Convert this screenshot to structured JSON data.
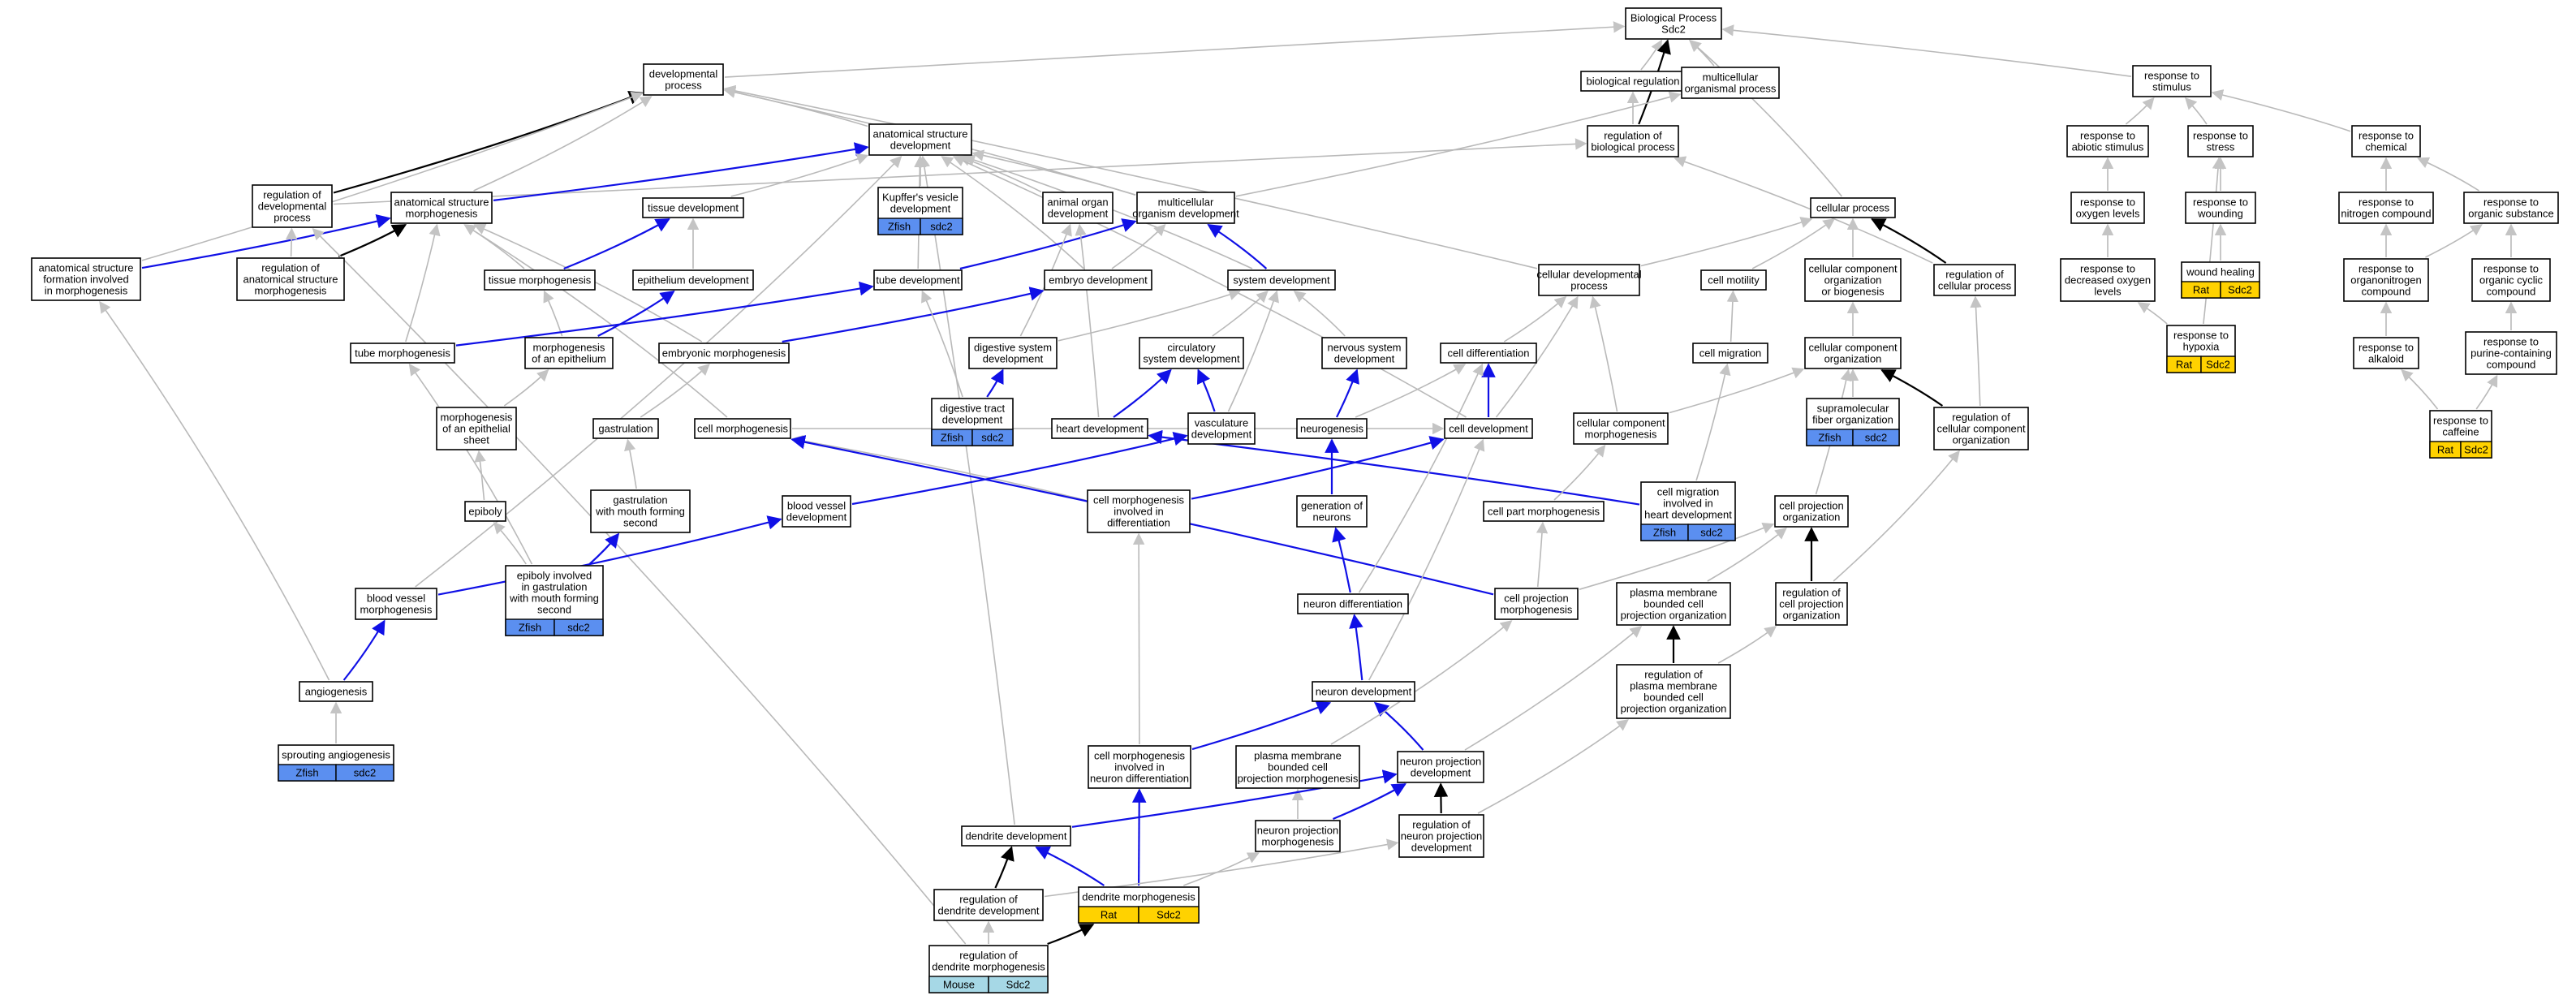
{
  "colors": {
    "gray_edge": "#b9b9b9",
    "blue_edge": "#1010e6",
    "black_edge": "#000000",
    "zfish": "#5b8ff0",
    "rat": "#ffd200",
    "mouse": "#a6d8e6"
  },
  "nodes": [
    {
      "id": "bp",
      "lines": [
        "Biological Process",
        "Sdc2"
      ]
    },
    {
      "id": "dev",
      "lines": [
        "developmental",
        "process"
      ]
    },
    {
      "id": "bioreg",
      "lines": [
        "biological regulation"
      ]
    },
    {
      "id": "multiorg",
      "lines": [
        "multicellular",
        "organismal process"
      ]
    },
    {
      "id": "resp_stim",
      "lines": [
        "response to",
        "stimulus"
      ]
    },
    {
      "id": "asd",
      "lines": [
        "anatomical structure",
        "development"
      ]
    },
    {
      "id": "regbio",
      "lines": [
        "regulation of",
        "biological process"
      ]
    },
    {
      "id": "resp_abiotic",
      "lines": [
        "response to",
        "abiotic stimulus"
      ]
    },
    {
      "id": "resp_stress",
      "lines": [
        "response to",
        "stress"
      ]
    },
    {
      "id": "resp_chem",
      "lines": [
        "response to",
        "chemical"
      ]
    },
    {
      "id": "regdev",
      "lines": [
        "regulation of",
        "developmental",
        "process"
      ]
    },
    {
      "id": "asm",
      "lines": [
        "anatomical structure",
        "morphogenesis"
      ]
    },
    {
      "id": "tissuedev",
      "lines": [
        "tissue development"
      ]
    },
    {
      "id": "kupffer",
      "lines": [
        "Kupffer's vesicle",
        "development"
      ],
      "ann": [
        [
          "Zfish",
          "sdc2"
        ],
        "zfish"
      ]
    },
    {
      "id": "animalorgan",
      "lines": [
        "animal organ",
        "development"
      ]
    },
    {
      "id": "multiorgdev",
      "lines": [
        "multicellular",
        "organism development"
      ]
    },
    {
      "id": "cellproc",
      "lines": [
        "cellular process"
      ]
    },
    {
      "id": "resp_oxy",
      "lines": [
        "response to",
        "oxygen levels"
      ]
    },
    {
      "id": "resp_wound",
      "lines": [
        "response to",
        "wounding"
      ]
    },
    {
      "id": "resp_nitro",
      "lines": [
        "response to",
        "nitrogen compound"
      ]
    },
    {
      "id": "resp_orgsub",
      "lines": [
        "response to",
        "organic substance"
      ]
    },
    {
      "id": "asf",
      "lines": [
        "anatomical structure",
        "formation involved",
        "in morphogenesis"
      ]
    },
    {
      "id": "regasm",
      "lines": [
        "regulation of",
        "anatomical structure",
        "morphogenesis"
      ]
    },
    {
      "id": "tissuemorph",
      "lines": [
        "tissue morphogenesis"
      ]
    },
    {
      "id": "epidev",
      "lines": [
        "epithelium development"
      ]
    },
    {
      "id": "tubedev",
      "lines": [
        "tube development"
      ]
    },
    {
      "id": "embryodev",
      "lines": [
        "embryo development"
      ]
    },
    {
      "id": "sysdev",
      "lines": [
        "system development"
      ]
    },
    {
      "id": "celldevproc",
      "lines": [
        "cellular developmental",
        "process"
      ]
    },
    {
      "id": "cellmot",
      "lines": [
        "cell motility"
      ]
    },
    {
      "id": "ccob",
      "lines": [
        "cellular component",
        "organization",
        "or biogenesis"
      ]
    },
    {
      "id": "regcellproc",
      "lines": [
        "regulation of",
        "cellular process"
      ]
    },
    {
      "id": "resp_decoxy",
      "lines": [
        "response to",
        "decreased oxygen",
        "levels"
      ]
    },
    {
      "id": "woundheal",
      "lines": [
        "wound healing"
      ],
      "ann": [
        [
          "Rat",
          "Sdc2"
        ],
        "rat"
      ]
    },
    {
      "id": "resp_organonitro",
      "lines": [
        "response to",
        "organonitrogen",
        "compound"
      ]
    },
    {
      "id": "resp_orgcyclic",
      "lines": [
        "response to",
        "organic cyclic",
        "compound"
      ]
    },
    {
      "id": "tubemorph",
      "lines": [
        "tube morphogenesis"
      ]
    },
    {
      "id": "morphepi",
      "lines": [
        "morphogenesis",
        "of an epithelium"
      ]
    },
    {
      "id": "embmorph",
      "lines": [
        "embryonic morphogenesis"
      ]
    },
    {
      "id": "digsys",
      "lines": [
        "digestive system",
        "development"
      ]
    },
    {
      "id": "circsys",
      "lines": [
        "circulatory",
        "system development"
      ]
    },
    {
      "id": "nervsys",
      "lines": [
        "nervous system",
        "development"
      ]
    },
    {
      "id": "celldiff",
      "lines": [
        "cell differentiation"
      ]
    },
    {
      "id": "cellmig",
      "lines": [
        "cell migration"
      ]
    },
    {
      "id": "cco",
      "lines": [
        "cellular component",
        "organization"
      ]
    },
    {
      "id": "hypoxia",
      "lines": [
        "response to",
        "hypoxia"
      ],
      "ann": [
        [
          "Rat",
          "Sdc2"
        ],
        "rat"
      ]
    },
    {
      "id": "resp_alk",
      "lines": [
        "response to",
        "alkaloid"
      ]
    },
    {
      "id": "resp_purine",
      "lines": [
        "response to",
        "purine-containing",
        "compound"
      ]
    },
    {
      "id": "morphepisheet",
      "lines": [
        "morphogenesis",
        "of an epithelial",
        "sheet"
      ]
    },
    {
      "id": "digtract",
      "lines": [
        "digestive tract",
        "development"
      ],
      "ann": [
        [
          "Zfish",
          "sdc2"
        ],
        "zfish"
      ]
    },
    {
      "id": "gastrulation",
      "lines": [
        "gastrulation"
      ]
    },
    {
      "id": "cellmorph",
      "lines": [
        "cell morphogenesis"
      ]
    },
    {
      "id": "heartdev",
      "lines": [
        "heart development"
      ]
    },
    {
      "id": "vascdev",
      "lines": [
        "vasculature",
        "development"
      ]
    },
    {
      "id": "neurogen",
      "lines": [
        "neurogenesis"
      ]
    },
    {
      "id": "celldev",
      "lines": [
        "cell development"
      ]
    },
    {
      "id": "ccmorph",
      "lines": [
        "cellular component",
        "morphogenesis"
      ]
    },
    {
      "id": "supramol",
      "lines": [
        "supramolecular",
        "fiber organization"
      ],
      "ann": [
        [
          "Zfish",
          "sdc2"
        ],
        "zfish"
      ]
    },
    {
      "id": "regcco",
      "lines": [
        "regulation of",
        "cellular component",
        "organization"
      ]
    },
    {
      "id": "caffeine",
      "lines": [
        "response to",
        "caffeine"
      ],
      "ann": [
        [
          "Rat",
          "Sdc2"
        ],
        "rat"
      ]
    },
    {
      "id": "epiboly",
      "lines": [
        "epiboly"
      ]
    },
    {
      "id": "gastmouth",
      "lines": [
        "gastrulation",
        "with mouth forming",
        "second"
      ]
    },
    {
      "id": "bvdev",
      "lines": [
        "blood vessel",
        "development"
      ]
    },
    {
      "id": "cmdiff",
      "lines": [
        "cell morphogenesis",
        "involved in",
        "differentiation"
      ]
    },
    {
      "id": "genneur",
      "lines": [
        "generation of",
        "neurons"
      ]
    },
    {
      "id": "cellpartmorph",
      "lines": [
        "cell part morphogenesis"
      ]
    },
    {
      "id": "cellmigheart",
      "lines": [
        "cell migration",
        "involved in",
        "heart development"
      ],
      "ann": [
        [
          "Zfish",
          "sdc2"
        ],
        "zfish"
      ]
    },
    {
      "id": "cpo",
      "lines": [
        "cell projection",
        "organization"
      ]
    },
    {
      "id": "bvmorph",
      "lines": [
        "blood vessel",
        "morphogenesis"
      ]
    },
    {
      "id": "epibolygast",
      "lines": [
        "epiboly involved",
        "in gastrulation",
        "with mouth forming",
        "second"
      ],
      "ann": [
        [
          "Zfish",
          "sdc2"
        ],
        "zfish"
      ]
    },
    {
      "id": "neurdiff",
      "lines": [
        "neuron differentiation"
      ]
    },
    {
      "id": "cpmorph",
      "lines": [
        "cell projection",
        "morphogenesis"
      ]
    },
    {
      "id": "pmbcpo",
      "lines": [
        "plasma membrane",
        "bounded cell",
        "projection organization"
      ]
    },
    {
      "id": "regcpo",
      "lines": [
        "regulation of",
        "cell projection",
        "organization"
      ]
    },
    {
      "id": "angio",
      "lines": [
        "angiogenesis"
      ]
    },
    {
      "id": "neurondev",
      "lines": [
        "neuron development"
      ]
    },
    {
      "id": "regpmbcpo",
      "lines": [
        "regulation of",
        "plasma membrane",
        "bounded cell",
        "projection organization"
      ]
    },
    {
      "id": "sprout",
      "lines": [
        "sprouting angiogenesis"
      ],
      "ann": [
        [
          "Zfish",
          "sdc2"
        ],
        "zfish"
      ]
    },
    {
      "id": "cmneurdiff",
      "lines": [
        "cell morphogenesis",
        "involved in",
        "neuron differentiation"
      ]
    },
    {
      "id": "pmbcpmorph",
      "lines": [
        "plasma membrane",
        "bounded cell",
        "projection morphogenesis"
      ]
    },
    {
      "id": "neurprojdev",
      "lines": [
        "neuron projection",
        "development"
      ]
    },
    {
      "id": "dendev",
      "lines": [
        "dendrite development"
      ]
    },
    {
      "id": "neurprojmorph",
      "lines": [
        "neuron projection",
        "morphogenesis"
      ]
    },
    {
      "id": "regneurprojdev",
      "lines": [
        "regulation of",
        "neuron projection",
        "development"
      ]
    },
    {
      "id": "regdendev",
      "lines": [
        "regulation of",
        "dendrite development"
      ]
    },
    {
      "id": "denmorph",
      "lines": [
        "dendrite morphogenesis"
      ],
      "ann": [
        [
          "Rat",
          "Sdc2"
        ],
        "rat"
      ]
    },
    {
      "id": "regdenmorph",
      "lines": [
        "regulation of",
        "dendrite morphogenesis"
      ],
      "ann": [
        [
          "Mouse",
          "Sdc2"
        ],
        "mouse"
      ]
    }
  ],
  "edges": [
    [
      "dev",
      "bp",
      "gray"
    ],
    [
      "bioreg",
      "bp",
      "gray"
    ],
    [
      "multiorg",
      "bp",
      "gray"
    ],
    [
      "resp_stim",
      "bp",
      "gray"
    ],
    [
      "cellproc",
      "bp",
      "gray"
    ],
    [
      "regbio",
      "bp",
      "black"
    ],
    [
      "regbio",
      "bioreg",
      "gray"
    ],
    [
      "asd",
      "dev",
      "gray"
    ],
    [
      "regdev",
      "dev",
      "black"
    ],
    [
      "asm",
      "dev",
      "gray"
    ],
    [
      "asf",
      "dev",
      "gray"
    ],
    [
      "multiorgdev",
      "dev",
      "gray"
    ],
    [
      "celldevproc",
      "dev",
      "gray"
    ],
    [
      "regdev",
      "regbio",
      "gray"
    ],
    [
      "regcellproc",
      "regbio",
      "gray"
    ],
    [
      "multiorgdev",
      "multiorg",
      "gray"
    ],
    [
      "resp_abiotic",
      "resp_stim",
      "gray"
    ],
    [
      "resp_stress",
      "resp_stim",
      "gray"
    ],
    [
      "resp_chem",
      "resp_stim",
      "gray"
    ],
    [
      "asm",
      "asd",
      "blue"
    ],
    [
      "tissuedev",
      "asd",
      "gray"
    ],
    [
      "kupffer",
      "asd",
      "gray"
    ],
    [
      "animalorgan",
      "asd",
      "gray"
    ],
    [
      "multiorgdev",
      "asd",
      "gray"
    ],
    [
      "sysdev",
      "asd",
      "gray"
    ],
    [
      "tubedev",
      "asd",
      "gray"
    ],
    [
      "embryodev",
      "asd",
      "gray"
    ],
    [
      "celldev",
      "asd",
      "gray"
    ],
    [
      "bvmorph",
      "asd",
      "gray"
    ],
    [
      "dendev",
      "asd",
      "gray"
    ],
    [
      "asf",
      "asm",
      "blue"
    ],
    [
      "regasm",
      "asm",
      "black"
    ],
    [
      "tissuemorph",
      "asm",
      "gray"
    ],
    [
      "tubemorph",
      "asm",
      "gray"
    ],
    [
      "embmorph",
      "asm",
      "gray"
    ],
    [
      "cellmorph",
      "asm",
      "gray"
    ],
    [
      "regasm",
      "regdev",
      "gray"
    ],
    [
      "regdenmorph",
      "regdev",
      "gray"
    ],
    [
      "tissuemorph",
      "tissuedev",
      "blue"
    ],
    [
      "epidev",
      "tissuedev",
      "gray"
    ],
    [
      "morphepi",
      "epidev",
      "blue"
    ],
    [
      "morphepi",
      "tissuemorph",
      "gray"
    ],
    [
      "tubemorph",
      "tubedev",
      "blue"
    ],
    [
      "tubedev",
      "multiorgdev",
      "blue"
    ],
    [
      "embryodev",
      "multiorgdev",
      "gray"
    ],
    [
      "sysdev",
      "multiorgdev",
      "blue"
    ],
    [
      "digsys",
      "animalorgan",
      "gray"
    ],
    [
      "heartdev",
      "animalorgan",
      "gray"
    ],
    [
      "embmorph",
      "embryodev",
      "blue"
    ],
    [
      "digsys",
      "sysdev",
      "gray"
    ],
    [
      "circsys",
      "sysdev",
      "gray"
    ],
    [
      "nervsys",
      "sysdev",
      "gray"
    ],
    [
      "vascdev",
      "sysdev",
      "gray"
    ],
    [
      "digtract",
      "digsys",
      "blue"
    ],
    [
      "digtract",
      "tubedev",
      "gray"
    ],
    [
      "heartdev",
      "circsys",
      "blue"
    ],
    [
      "vascdev",
      "circsys",
      "blue"
    ],
    [
      "neurogen",
      "nervsys",
      "blue"
    ],
    [
      "celldiff",
      "celldevproc",
      "gray"
    ],
    [
      "celldev",
      "celldevproc",
      "gray"
    ],
    [
      "ccmorph",
      "celldevproc",
      "gray"
    ],
    [
      "celldevproc",
      "cellproc",
      "gray"
    ],
    [
      "cellmot",
      "cellproc",
      "gray"
    ],
    [
      "ccob",
      "cellproc",
      "gray"
    ],
    [
      "regcellproc",
      "cellproc",
      "black"
    ],
    [
      "cco",
      "ccob",
      "gray"
    ],
    [
      "regcco",
      "cco",
      "black"
    ],
    [
      "regcco",
      "regcellproc",
      "gray"
    ],
    [
      "supramol",
      "cco",
      "gray"
    ],
    [
      "cpo",
      "cco",
      "gray"
    ],
    [
      "ccmorph",
      "cco",
      "gray"
    ],
    [
      "cellmig",
      "cellmot",
      "gray"
    ],
    [
      "cellmigheart",
      "cellmig",
      "gray"
    ],
    [
      "resp_decoxy",
      "resp_oxy",
      "gray"
    ],
    [
      "resp_oxy",
      "resp_abiotic",
      "gray"
    ],
    [
      "resp_wound",
      "resp_stress",
      "gray"
    ],
    [
      "woundheal",
      "resp_wound",
      "gray"
    ],
    [
      "hypoxia",
      "resp_decoxy",
      "gray"
    ],
    [
      "hypoxia",
      "resp_stress",
      "gray"
    ],
    [
      "resp_nitro",
      "resp_chem",
      "gray"
    ],
    [
      "resp_orgsub",
      "resp_chem",
      "gray"
    ],
    [
      "resp_organonitro",
      "resp_nitro",
      "gray"
    ],
    [
      "resp_organonitro",
      "resp_orgsub",
      "gray"
    ],
    [
      "resp_orgcyclic",
      "resp_orgsub",
      "gray"
    ],
    [
      "resp_alk",
      "resp_organonitro",
      "gray"
    ],
    [
      "resp_purine",
      "resp_orgcyclic",
      "gray"
    ],
    [
      "caffeine",
      "resp_alk",
      "gray"
    ],
    [
      "caffeine",
      "resp_purine",
      "gray"
    ],
    [
      "morphepisheet",
      "morphepi",
      "gray"
    ],
    [
      "epiboly",
      "morphepisheet",
      "gray"
    ],
    [
      "epibolygast",
      "epiboly",
      "gray"
    ],
    [
      "epibolygast",
      "gastmouth",
      "blue"
    ],
    [
      "gastmouth",
      "gastrulation",
      "gray"
    ],
    [
      "gastrulation",
      "embmorph",
      "gray"
    ],
    [
      "celldev",
      "celldiff",
      "blue"
    ],
    [
      "neurogen",
      "celldiff",
      "gray"
    ],
    [
      "cellmorph",
      "celldev",
      "gray"
    ],
    [
      "cmdiff",
      "cellmorph",
      "gray"
    ],
    [
      "cmdiff",
      "celldev",
      "blue"
    ],
    [
      "cpmorph",
      "cellmorph",
      "blue"
    ],
    [
      "cellmigheart",
      "heartdev",
      "blue"
    ],
    [
      "bvdev",
      "vascdev",
      "blue"
    ],
    [
      "bvmorph",
      "bvdev",
      "blue"
    ],
    [
      "angio",
      "bvmorph",
      "blue"
    ],
    [
      "sprout",
      "angio",
      "gray"
    ],
    [
      "angio",
      "asf",
      "gray"
    ],
    [
      "epibolygast",
      "tubemorph",
      "gray"
    ],
    [
      "genneur",
      "neurogen",
      "blue"
    ],
    [
      "neurdiff",
      "genneur",
      "blue"
    ],
    [
      "neurdiff",
      "celldiff",
      "gray"
    ],
    [
      "neurondev",
      "neurdiff",
      "blue"
    ],
    [
      "neurondev",
      "celldev",
      "gray"
    ],
    [
      "cmneurdiff",
      "neurondev",
      "blue"
    ],
    [
      "neurprojdev",
      "neurondev",
      "blue"
    ],
    [
      "cmneurdiff",
      "cmdiff",
      "gray"
    ],
    [
      "cellpartmorph",
      "ccmorph",
      "gray"
    ],
    [
      "cpmorph",
      "cellpartmorph",
      "gray"
    ],
    [
      "cpmorph",
      "cpo",
      "gray"
    ],
    [
      "pmbcpo",
      "cpo",
      "gray"
    ],
    [
      "regcpo",
      "cpo",
      "black"
    ],
    [
      "regcpo",
      "regcco",
      "gray"
    ],
    [
      "regpmbcpo",
      "pmbcpo",
      "black"
    ],
    [
      "regpmbcpo",
      "regcpo",
      "gray"
    ],
    [
      "neurprojdev",
      "pmbcpo",
      "gray"
    ],
    [
      "pmbcpmorph",
      "cpmorph",
      "gray"
    ],
    [
      "neurprojmorph",
      "pmbcpmorph",
      "gray"
    ],
    [
      "neurprojmorph",
      "neurprojdev",
      "blue"
    ],
    [
      "regneurprojdev",
      "neurprojdev",
      "black"
    ],
    [
      "regneurprojdev",
      "regpmbcpo",
      "gray"
    ],
    [
      "denmorph",
      "dendev",
      "blue"
    ],
    [
      "denmorph",
      "cmneurdiff",
      "blue"
    ],
    [
      "denmorph",
      "neurprojmorph",
      "gray"
    ],
    [
      "regdendev",
      "dendev",
      "black"
    ],
    [
      "regdendev",
      "regneurprojdev",
      "gray"
    ],
    [
      "regdenmorph",
      "regdendev",
      "gray"
    ],
    [
      "regdenmorph",
      "denmorph",
      "black"
    ],
    [
      "dendev",
      "neurprojdev",
      "blue"
    ]
  ]
}
